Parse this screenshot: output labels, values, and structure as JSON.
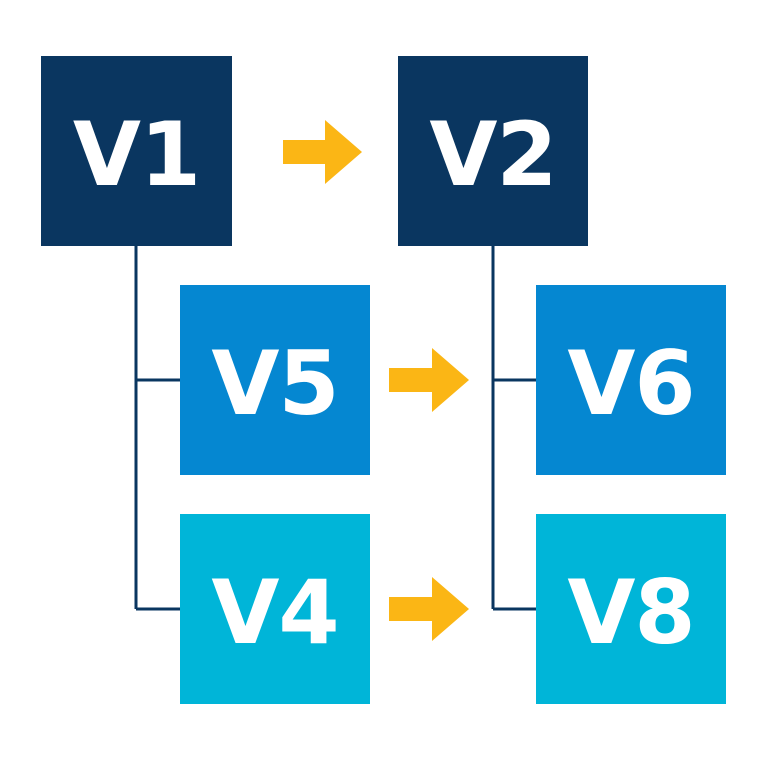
{
  "colors": {
    "level1": "#0a3660",
    "level2": "#0587d1",
    "level3": "#00b5d8",
    "connector": "#0a3660",
    "arrow": "#fbb615"
  },
  "nodes": {
    "v1": {
      "label": "V1"
    },
    "v2": {
      "label": "V2"
    },
    "v5": {
      "label": "V5"
    },
    "v6": {
      "label": "V6"
    },
    "v4": {
      "label": "V4"
    },
    "v8": {
      "label": "V8"
    }
  },
  "arrows": [
    {
      "from": "V1",
      "to": "V2",
      "icon": "right-arrow-icon"
    },
    {
      "from": "V5",
      "to": "V6",
      "icon": "right-arrow-icon"
    },
    {
      "from": "V4",
      "to": "V8",
      "icon": "right-arrow-icon"
    }
  ],
  "tree_connections": [
    {
      "parent": "V1",
      "children": [
        "V5",
        "V4"
      ]
    },
    {
      "parent": "V2",
      "children": [
        "V6",
        "V8"
      ]
    }
  ]
}
